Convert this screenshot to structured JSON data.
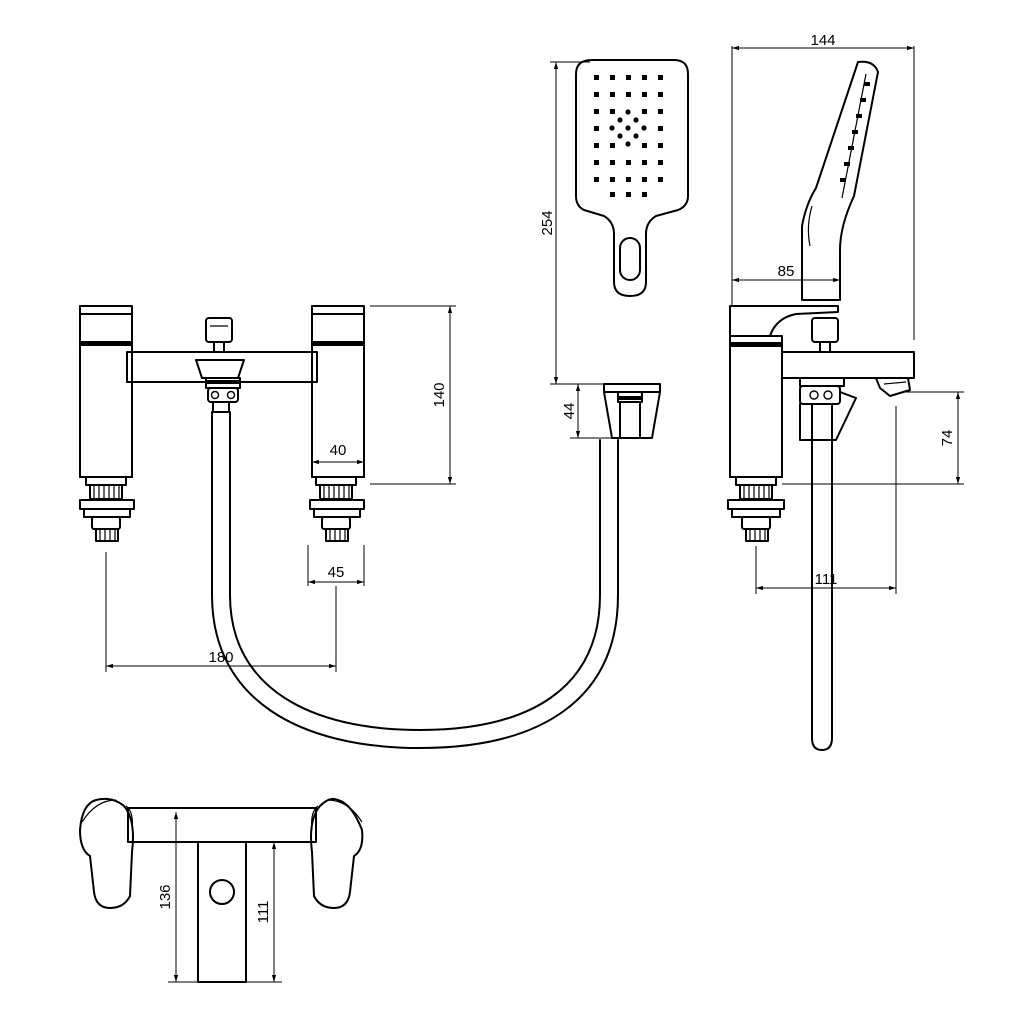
{
  "dimensions": {
    "handset_width": "144",
    "handset_length": "254",
    "holder_height": "44",
    "spout_reach": "85",
    "tap_height": "140",
    "pillar_width": "40",
    "tail_width": "45",
    "tap_centres": "180",
    "outlet_height": "74",
    "outlet_projection": "111",
    "handle_projection": "136",
    "spout_projection": "111"
  }
}
